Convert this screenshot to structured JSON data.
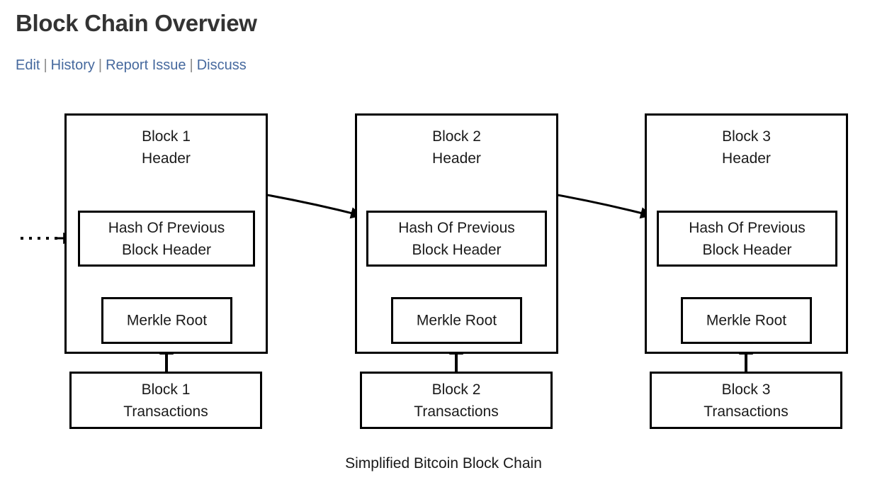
{
  "page": {
    "title": "Block Chain Overview",
    "background_color": "#ffffff",
    "title_color": "#333333",
    "link_color": "#46699e",
    "separator_color": "#8a8a8a"
  },
  "nav": {
    "separator": "|",
    "links": [
      {
        "label": "Edit"
      },
      {
        "label": "History"
      },
      {
        "label": "Report Issue"
      },
      {
        "label": "Discuss"
      }
    ]
  },
  "diagram": {
    "caption": "Simplified Bitcoin Block Chain",
    "line_color": "#000000",
    "blocks": [
      {
        "header_label": "Block 1\nHeader",
        "hash_label": "Hash Of Previous\nBlock Header",
        "merkle_label": "Merkle Root",
        "transactions_label": "Block 1\nTransactions"
      },
      {
        "header_label": "Block 2\nHeader",
        "hash_label": "Hash Of Previous\nBlock Header",
        "merkle_label": "Merkle Root",
        "transactions_label": "Block 2\nTransactions"
      },
      {
        "header_label": "Block 3\nHeader",
        "hash_label": "Hash Of Previous\nBlock Header",
        "merkle_label": "Merkle Root",
        "transactions_label": "Block 3\nTransactions"
      }
    ]
  }
}
